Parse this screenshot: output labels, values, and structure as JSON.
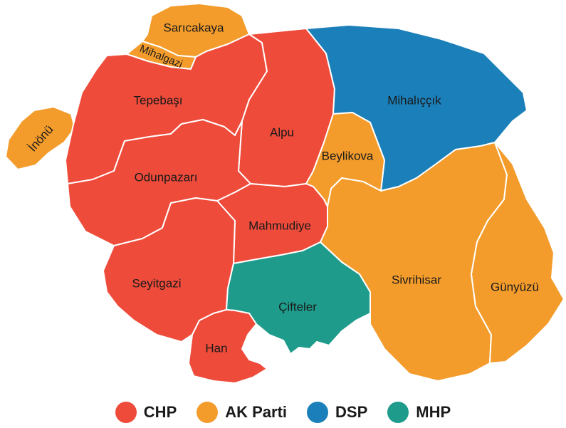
{
  "colors": {
    "chp": "#ee4b3a",
    "akp": "#f39c2c",
    "dsp": "#1b7fb9",
    "mhp": "#1f9b8b"
  },
  "districts": [
    {
      "id": "sarıcakaya",
      "name": "Sarıcakaya",
      "party": "akp"
    },
    {
      "id": "mihalgazi",
      "name": "Mihalgazi",
      "party": "akp"
    },
    {
      "id": "inonu",
      "name": "İnönü",
      "party": "akp"
    },
    {
      "id": "tepebasi",
      "name": "Tepebaşı",
      "party": "chp"
    },
    {
      "id": "alpu",
      "name": "Alpu",
      "party": "chp"
    },
    {
      "id": "mihaliccik",
      "name": "Mihalıççık",
      "party": "dsp"
    },
    {
      "id": "beylikova",
      "name": "Beylikova",
      "party": "akp"
    },
    {
      "id": "odunpazari",
      "name": "Odunpazarı",
      "party": "chp"
    },
    {
      "id": "mahmudiye",
      "name": "Mahmudiye",
      "party": "chp"
    },
    {
      "id": "sivrihisar",
      "name": "Sivrihisar",
      "party": "akp"
    },
    {
      "id": "gunyuzu",
      "name": "Günyüzü",
      "party": "akp"
    },
    {
      "id": "seyitgazi",
      "name": "Seyitgazi",
      "party": "chp"
    },
    {
      "id": "cifteler",
      "name": "Çifteler",
      "party": "mhp"
    },
    {
      "id": "han",
      "name": "Han",
      "party": "chp"
    }
  ],
  "legend": [
    {
      "party": "chp",
      "label": "CHP"
    },
    {
      "party": "akp",
      "label": "AK Parti"
    },
    {
      "party": "dsp",
      "label": "DSP"
    },
    {
      "party": "mhp",
      "label": "MHP"
    }
  ]
}
